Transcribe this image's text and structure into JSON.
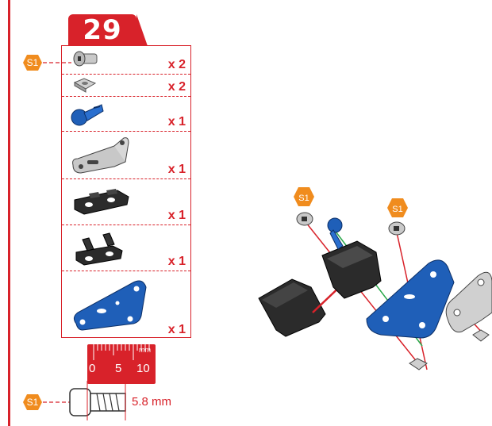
{
  "step": {
    "number": "29"
  },
  "callouts": {
    "left_badge": "S1",
    "diagram_badge_1": "S1",
    "diagram_badge_2": "S1",
    "bottom_badge": "S1"
  },
  "parts": [
    {
      "name": "screw",
      "qty": "x 2"
    },
    {
      "name": "nut",
      "qty": "x 2"
    },
    {
      "name": "blue-pin",
      "qty": "x 1"
    },
    {
      "name": "angle-bracket",
      "qty": "x 1"
    },
    {
      "name": "hinge-clip-large",
      "qty": "x 1"
    },
    {
      "name": "hinge-clip-small",
      "qty": "x 1"
    },
    {
      "name": "blue-triangle-plate",
      "qty": "x 1"
    }
  ],
  "ruler": {
    "unit": "mm",
    "labels": [
      "0",
      "5",
      "10"
    ]
  },
  "screw_length": "5.8 mm",
  "colors": {
    "accent": "#d8222a",
    "badge": "#f08c1e",
    "part_blue": "#1f5fb8",
    "part_dark": "#2b2b2b"
  }
}
